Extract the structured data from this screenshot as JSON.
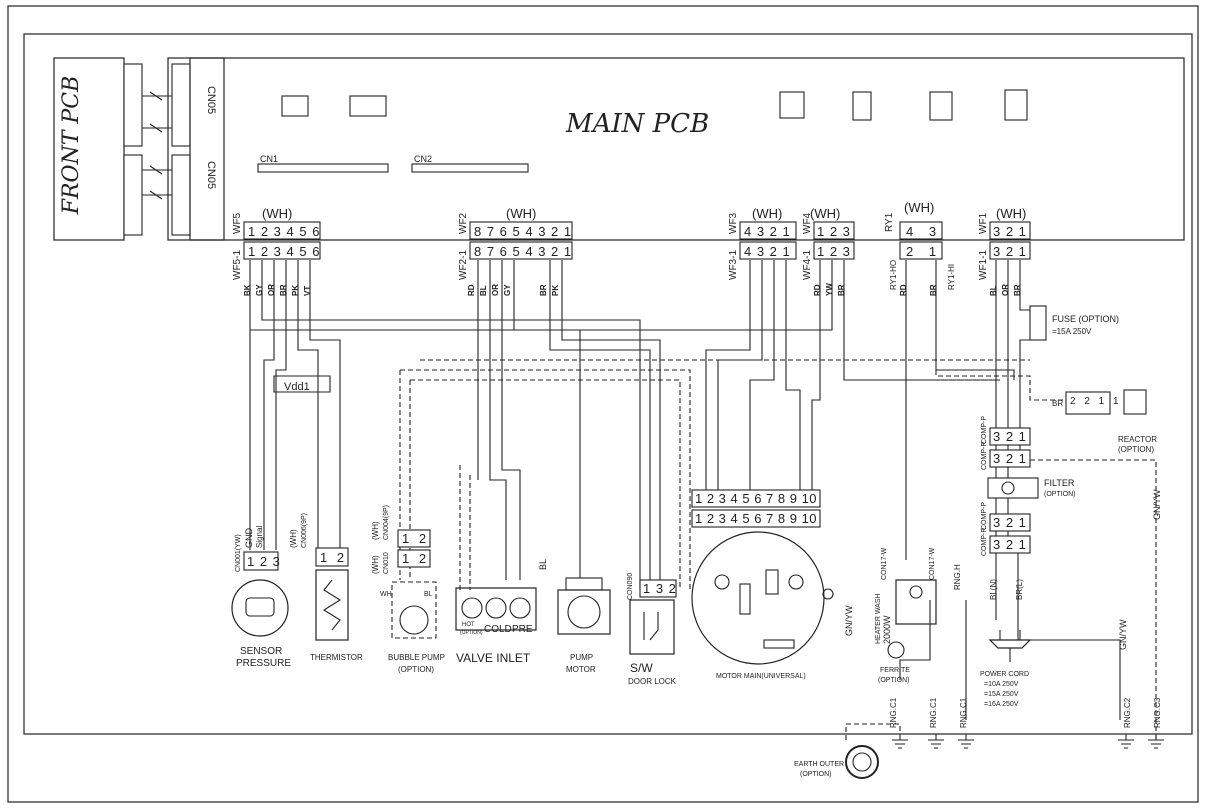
{
  "front_pcb": {
    "label": "FRONT PCB",
    "cn05_top": "CN05",
    "cn05_bottom": "CN05"
  },
  "main_pcb": {
    "label": "MAIN PCB",
    "cn1": "CN1",
    "cn2": "CN2"
  },
  "connectors": {
    "wf5": {
      "name": "WF5",
      "mate": "WF5-1",
      "color": "(WH)",
      "pins": "1 2 3 4 5 6",
      "wires": [
        "BK",
        "GY",
        "OR",
        "BR",
        "PK",
        "VT"
      ]
    },
    "wf2": {
      "name": "WF2",
      "mate": "WF2-1",
      "color": "(WH)",
      "pins": "8 7 6 5 4 3 2 1",
      "wires": [
        "RD",
        "BL",
        "OR",
        "GY",
        "BR",
        "PK"
      ]
    },
    "wf3": {
      "name": "WF3",
      "mate": "WF3-1",
      "color": "(WH)",
      "pins": "4 3 2 1"
    },
    "wf4": {
      "name": "WF4",
      "mate": "WF4-1",
      "color": "(WH)",
      "pins": "1 2 3",
      "wires": [
        "RD",
        "YW",
        "BR"
      ]
    },
    "ry1": {
      "name": "RY1",
      "color": "(WH)",
      "top": "4 3",
      "bottom": "2 1",
      "left": "RY1-HO",
      "right": "RY1-HI",
      "wires": [
        "RD",
        "BR"
      ]
    },
    "wf1": {
      "name": "WF1",
      "mate": "WF1-1",
      "color": "(WH)",
      "pins": "3 2 1",
      "wires": [
        "BL",
        "OR",
        "BR"
      ]
    }
  },
  "components": {
    "sensor": {
      "name": "SENSOR\nPRESSURE",
      "line1": "SENSOR",
      "line2": "PRESSURE",
      "conn": "CN001(YW)",
      "pins": "1 2 3",
      "gnd": "GND",
      "signal": "Signal",
      "vdd": "Vdd1"
    },
    "thermistor": {
      "name": "THERMISTOR",
      "conn": "(WH)\nCN006(9P)",
      "conn_a": "(WH)",
      "conn_b": "CN006(9P)",
      "pins": "1 2"
    },
    "bubble_pump": {
      "line1": "BUBBLE PUMP",
      "line2": "(OPTION)",
      "conn_a": "(WH)",
      "conn_b": "CN010",
      "conn_c": "CN004(9P)",
      "pins_top": "1 2",
      "pins_bottom": "1 2",
      "wh": "WH",
      "bl": "BL"
    },
    "valve_inlet": {
      "name": "VALVE INLET",
      "hot": "HOT\n(OPTION)",
      "hot_a": "HOT",
      "hot_b": "(OPTION)",
      "cold": "COLD",
      "pre": "PRE",
      "bl": "BL"
    },
    "pump_motor": {
      "line1": "PUMP",
      "line2": "MOTOR"
    },
    "door_lock": {
      "line1": "S/W",
      "line2": "DOOR LOCK",
      "conn": "CON090",
      "pins": "1 3 2"
    },
    "motor_main": {
      "name": "MOTOR MAIN(UNIVERSAL)",
      "pins": "1 2 3 4 5 6 7 8 9 10"
    },
    "heater": {
      "line1": "HEATER WASH",
      "line2": "2000W",
      "conn_l": "CON17-W",
      "conn_r": "CON17-W"
    },
    "ferrite": {
      "line1": "FERRITE",
      "line2": "(OPTION)"
    },
    "fuse": {
      "line1": "FUSE (OPTION)",
      "line2": "=15A 250V"
    },
    "reactor": {
      "line1": "REACTOR",
      "line2": "(OPTION)",
      "pins": "2 2 1 1",
      "br": "BR"
    },
    "filter": {
      "line1": "FILTER",
      "line2": "(OPTION)"
    },
    "comp_p_top": {
      "name": "COMP-P",
      "pins": "3 2 1"
    },
    "comp_r_top": {
      "name": "COMP-R",
      "pins": "3 2 1"
    },
    "comp_p_bottom": {
      "name": "COMP-P",
      "pins": "3 2 1"
    },
    "comp_r_bottom": {
      "name": "COMP-R",
      "pins": "3 2 1"
    },
    "power_cord": {
      "line1": "POWER CORD",
      "line2": "=10A 250V",
      "line3": "=15A 250V",
      "line4": "=16A 250V",
      "bln": "BL(N)",
      "brl": "BR(L)"
    },
    "earth": {
      "line1": "EARTH OUTER",
      "line2": "(OPTION)"
    }
  },
  "ground_labels": {
    "gnyw_left": "GN/YW",
    "gnyw_right": "GN/YW",
    "gnyw_far": "GN/YW",
    "rngh": "RNG.H",
    "rngc1a": "RNG.C1",
    "rngc1b": "RNG.C1",
    "rngc1c": "RNG.C1",
    "rngc2": "RNG.C2",
    "rngc3": "RNG.C3"
  }
}
